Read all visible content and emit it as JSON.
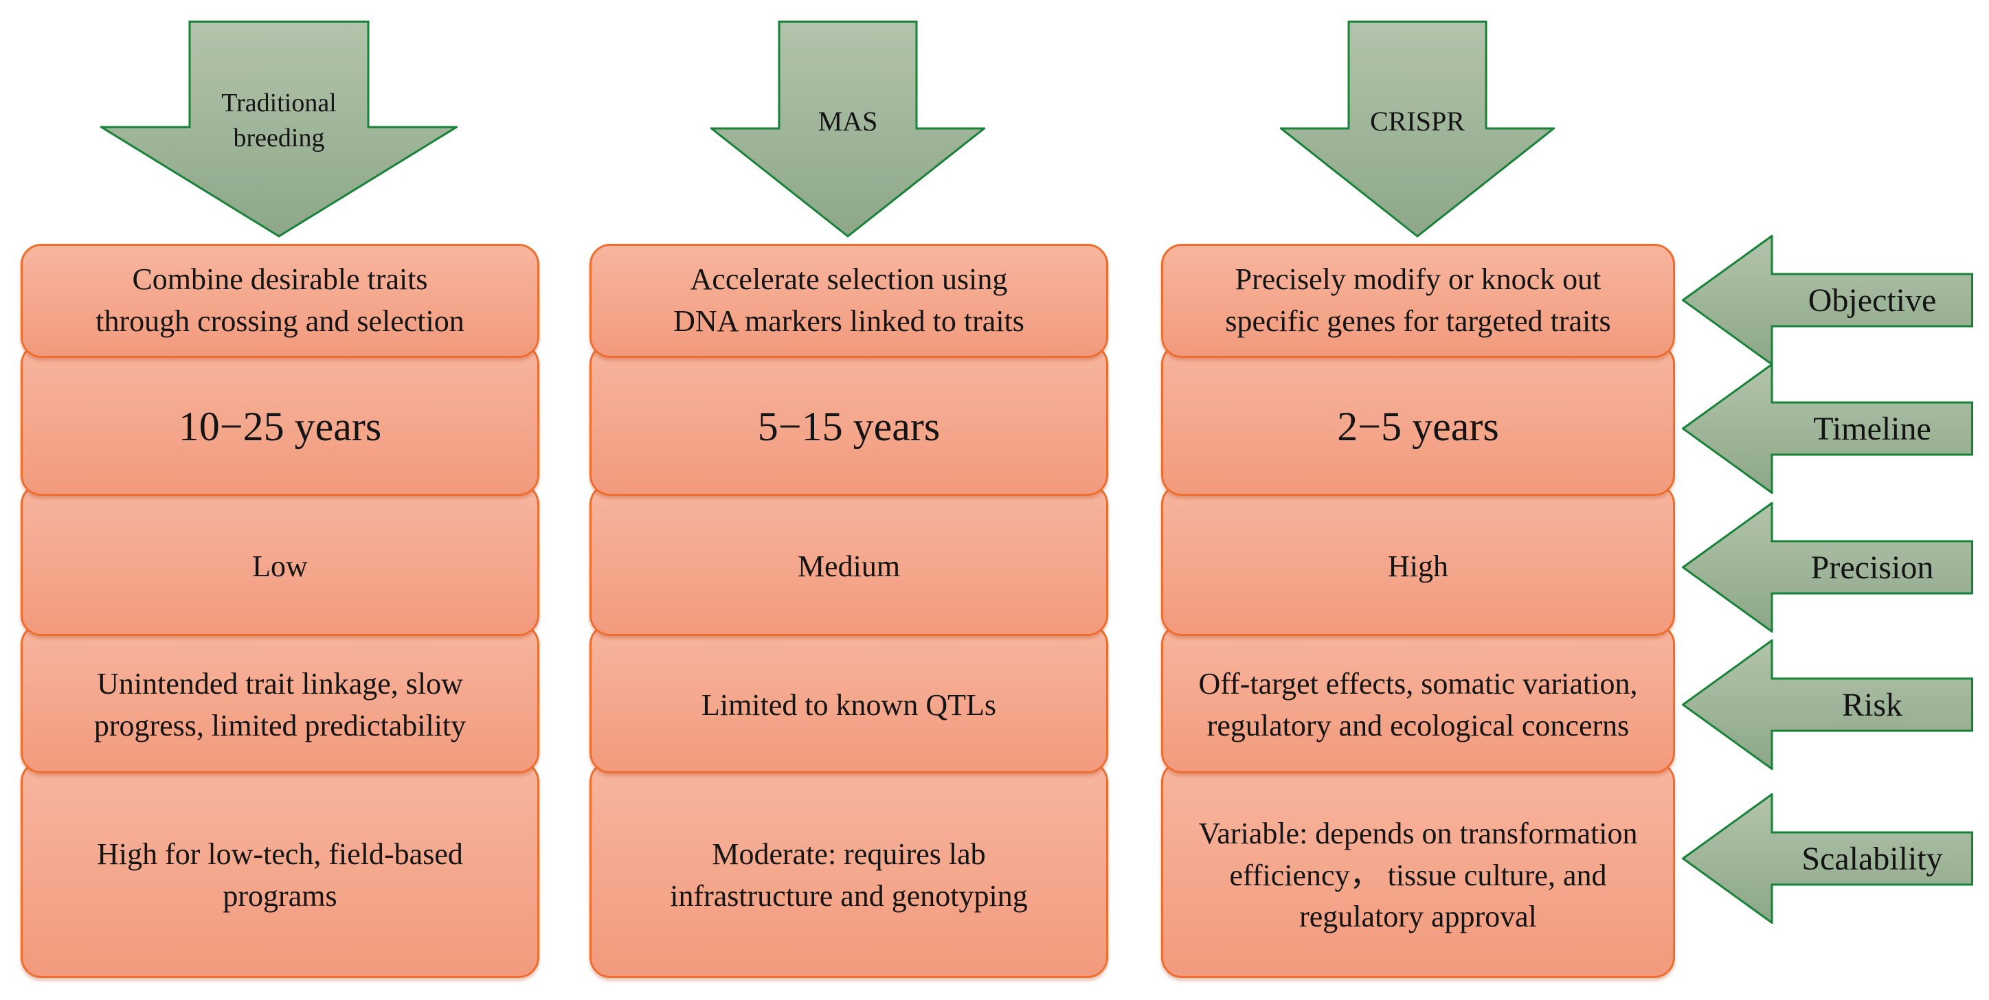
{
  "figure": {
    "title_semantics": "Comparison of crop improvement approaches",
    "columns": [
      {
        "method": "Traditional\nbreeding",
        "cells": [
          "Combine desirable traits\nthrough crossing and selection",
          "10−25 years",
          "Low",
          "Unintended trait linkage, slow\nprogress, limited predictability",
          "High for low-tech, field-based\nprograms"
        ]
      },
      {
        "method": "MAS",
        "cells": [
          "Accelerate selection using\nDNA markers linked to traits",
          "5−15 years",
          "Medium",
          "Limited to known QTLs",
          "Moderate: requires lab\ninfrastructure and genotyping"
        ]
      },
      {
        "method": "CRISPR",
        "cells": [
          "Precisely modify or knock out\nspecific genes for targeted traits",
          "2−5 years",
          "High",
          "Off-target effects, somatic variation,\nregulatory and ecological concerns",
          "Variable: depends on transformation\nefficiency， tissue culture, and\nregulatory approval"
        ]
      }
    ],
    "row_labels": [
      "Objective",
      "Timeline",
      "Precision",
      "Risk",
      "Scalability"
    ],
    "colors": {
      "box_fill_top": "#f8b59e",
      "box_fill_bottom": "#f29a7d",
      "box_border": "#ed6e2e",
      "arrow_fill_top": "#b2c4ab",
      "arrow_fill_bottom": "#8da788",
      "arrow_border": "#178238",
      "text": "#141414"
    }
  }
}
